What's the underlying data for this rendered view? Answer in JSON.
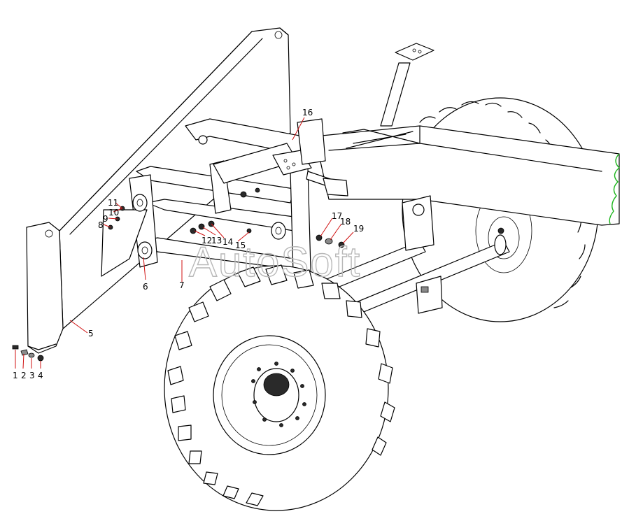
{
  "watermark": "AutoSoft",
  "callouts": [
    {
      "num": "1"
    },
    {
      "num": "2"
    },
    {
      "num": "3"
    },
    {
      "num": "4"
    },
    {
      "num": "5"
    },
    {
      "num": "6"
    },
    {
      "num": "7"
    },
    {
      "num": "8"
    },
    {
      "num": "9"
    },
    {
      "num": "10"
    },
    {
      "num": "11"
    },
    {
      "num": "12"
    },
    {
      "num": "13"
    },
    {
      "num": "14"
    },
    {
      "num": "15"
    },
    {
      "num": "16"
    },
    {
      "num": "17"
    },
    {
      "num": "18"
    },
    {
      "num": "19"
    }
  ],
  "colors": {
    "leader": "#d01010",
    "cut_edge": "#1bb51b",
    "watermark": "#b8b8b8"
  }
}
